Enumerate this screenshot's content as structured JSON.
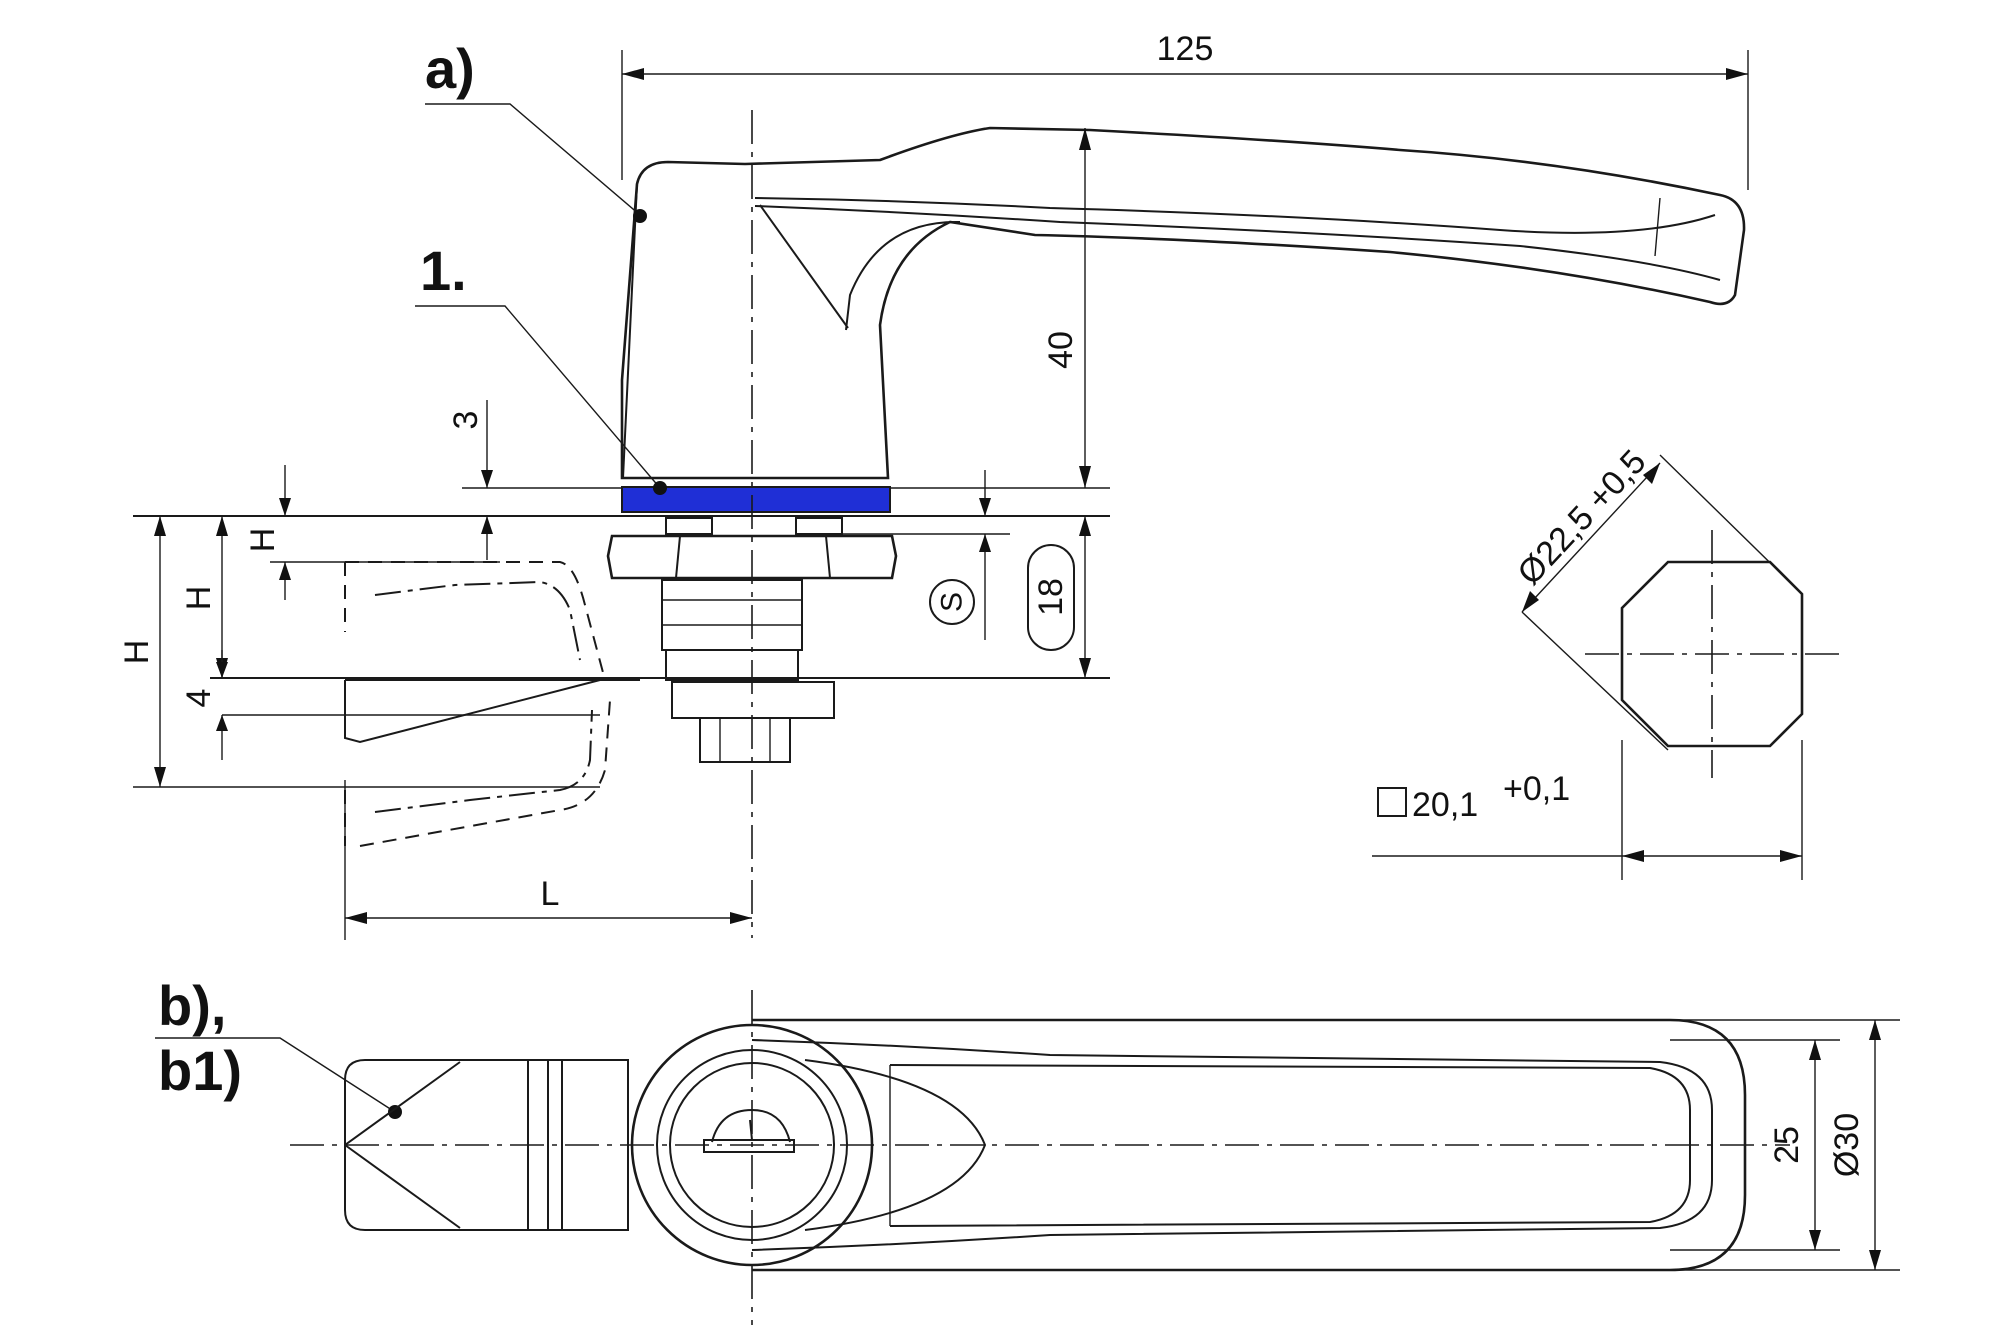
{
  "callouts": {
    "a": "a)",
    "one": "1.",
    "b": "b),",
    "b1": "b1)"
  },
  "dimensions": {
    "length_total": "125",
    "height": "40",
    "gap": "3",
    "H": "H",
    "four": "4",
    "L": "L",
    "S": "S",
    "eighteen": "18",
    "diameter_cutout": "Ø22,5 +0,5",
    "square": "20,1",
    "square_tol": "+0,1",
    "width_25": "25",
    "dia_30": "Ø30"
  },
  "colors": {
    "seal": "#1f2fd6",
    "line": "#1a1a1a",
    "background": "#ffffff"
  }
}
